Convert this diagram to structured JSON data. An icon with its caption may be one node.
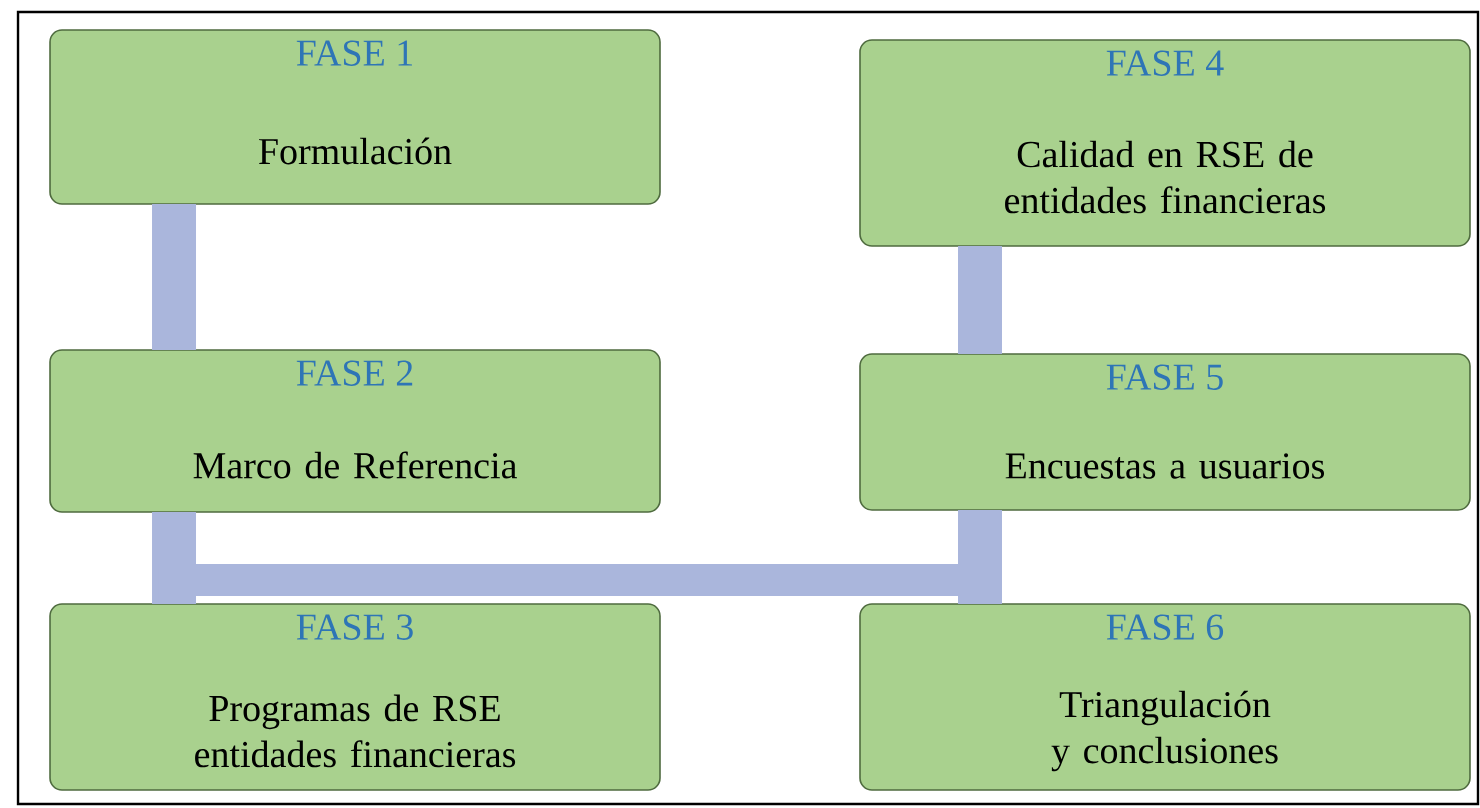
{
  "diagram": {
    "nodes": [
      {
        "text": [
          "FASE 1",
          "Formulación"
        ]
      },
      {
        "text": [
          "FASE 2",
          "Marco de Referencia"
        ]
      },
      {
        "text": [
          "FASE 3",
          "Programas de RSE entidades financieras"
        ]
      },
      {
        "text": [
          "FASE 4",
          "Calidad en RSE de entidades financieras"
        ]
      },
      {
        "text": [
          "FASE 5",
          "Encuestas a usuarios"
        ]
      },
      {
        "text": [
          "FASE 6",
          "Triangulación y conclusiones"
        ]
      }
    ],
    "edges": [
      {
        "from": 0,
        "to": 1,
        "arrow": "none"
      },
      {
        "from": 1,
        "to": 2,
        "arrow": "none"
      },
      {
        "from": 2,
        "to": 5,
        "arrow": "none"
      },
      {
        "from": 3,
        "to": 4,
        "arrow": "none"
      },
      {
        "from": 4,
        "to": 5,
        "arrow": "none"
      }
    ]
  }
}
